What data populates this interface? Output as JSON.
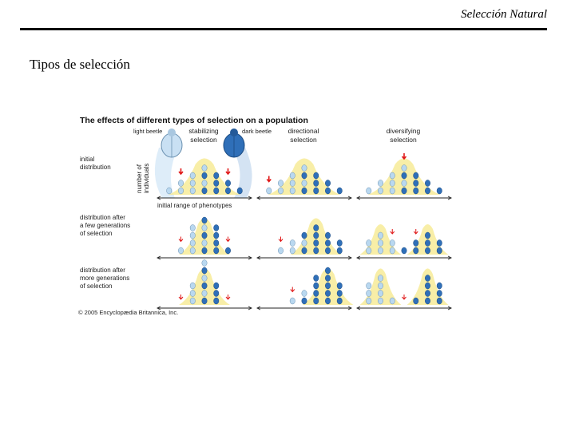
{
  "header": {
    "title": "Selección Natural"
  },
  "subtitle": "Tipos de selección",
  "figure": {
    "title": "The effects of different types of selection on a population",
    "beetle_labels": {
      "light": "light beetle",
      "dark": "dark beetle"
    },
    "column_headers": [
      "stabilizing selection",
      "directional selection",
      "diversifying selection"
    ],
    "row_labels": [
      [
        "initial",
        "distribution"
      ],
      [
        "distribution after",
        "a few generations",
        "of selection"
      ],
      [
        "distribution after",
        "more generations",
        "of selection"
      ]
    ],
    "y_axis_label": [
      "number of",
      "individuals"
    ],
    "x_axis_label": "initial range of phenotypes",
    "credit": "© 2005 Encyclopædia Britannica, Inc.",
    "colors": {
      "hill": "#f5e88a",
      "light_beetle": "#b9d8f0",
      "dark_beetle": "#2f6fb8",
      "arrow": "#e01818",
      "title": "#111111"
    }
  }
}
